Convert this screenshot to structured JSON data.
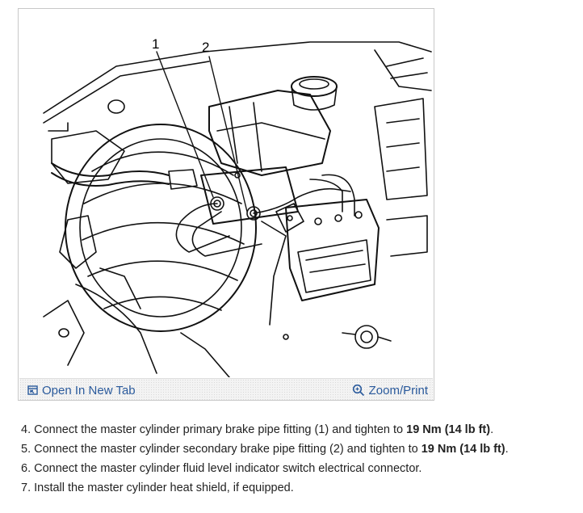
{
  "figure": {
    "callouts": [
      "1",
      "2"
    ],
    "toolbar": {
      "open_new_tab_label": "Open In New Tab",
      "zoom_print_label": "Zoom/Print",
      "link_color": "#2a5a9c"
    },
    "icons": [
      "open-tab-icon",
      "zoom-icon"
    ]
  },
  "steps": [
    {
      "number": "4.",
      "text": "Connect the master cylinder primary brake pipe fitting (1) and tighten to ",
      "bold": "19 Nm (14 lb ft)",
      "tail": "."
    },
    {
      "number": "5.",
      "text": "Connect the master cylinder secondary brake pipe fitting (2) and tighten to ",
      "bold": "19 Nm (14 lb ft)",
      "tail": "."
    },
    {
      "number": "6.",
      "text": "Connect the master cylinder fluid level indicator switch electrical connector.",
      "bold": "",
      "tail": ""
    },
    {
      "number": "7.",
      "text": "Install the master cylinder heat shield, if equipped.",
      "bold": "",
      "tail": ""
    }
  ]
}
